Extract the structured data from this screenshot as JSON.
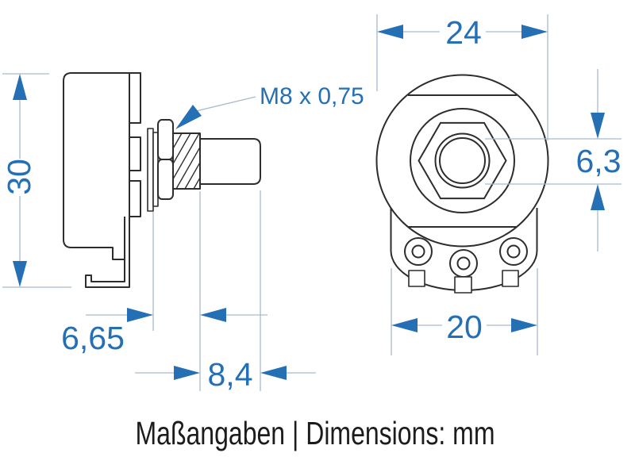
{
  "colors": {
    "dimension": "#2570b4",
    "outline": "#2d2d2d",
    "extension": "#a8bacc",
    "caption": "#1c1c1c",
    "background": "#ffffff"
  },
  "labels": {
    "thread": "M8 x 0,75",
    "caption": "Maßangaben | Dimensions: mm"
  },
  "dimensions": {
    "body_height_mm": "30",
    "body_diameter_mm": "24",
    "shaft_diameter_mm": "6,3",
    "terminal_housing_width_mm": "20",
    "bushing_length_mm": "6,65",
    "shaft_length_mm": "8,4"
  }
}
